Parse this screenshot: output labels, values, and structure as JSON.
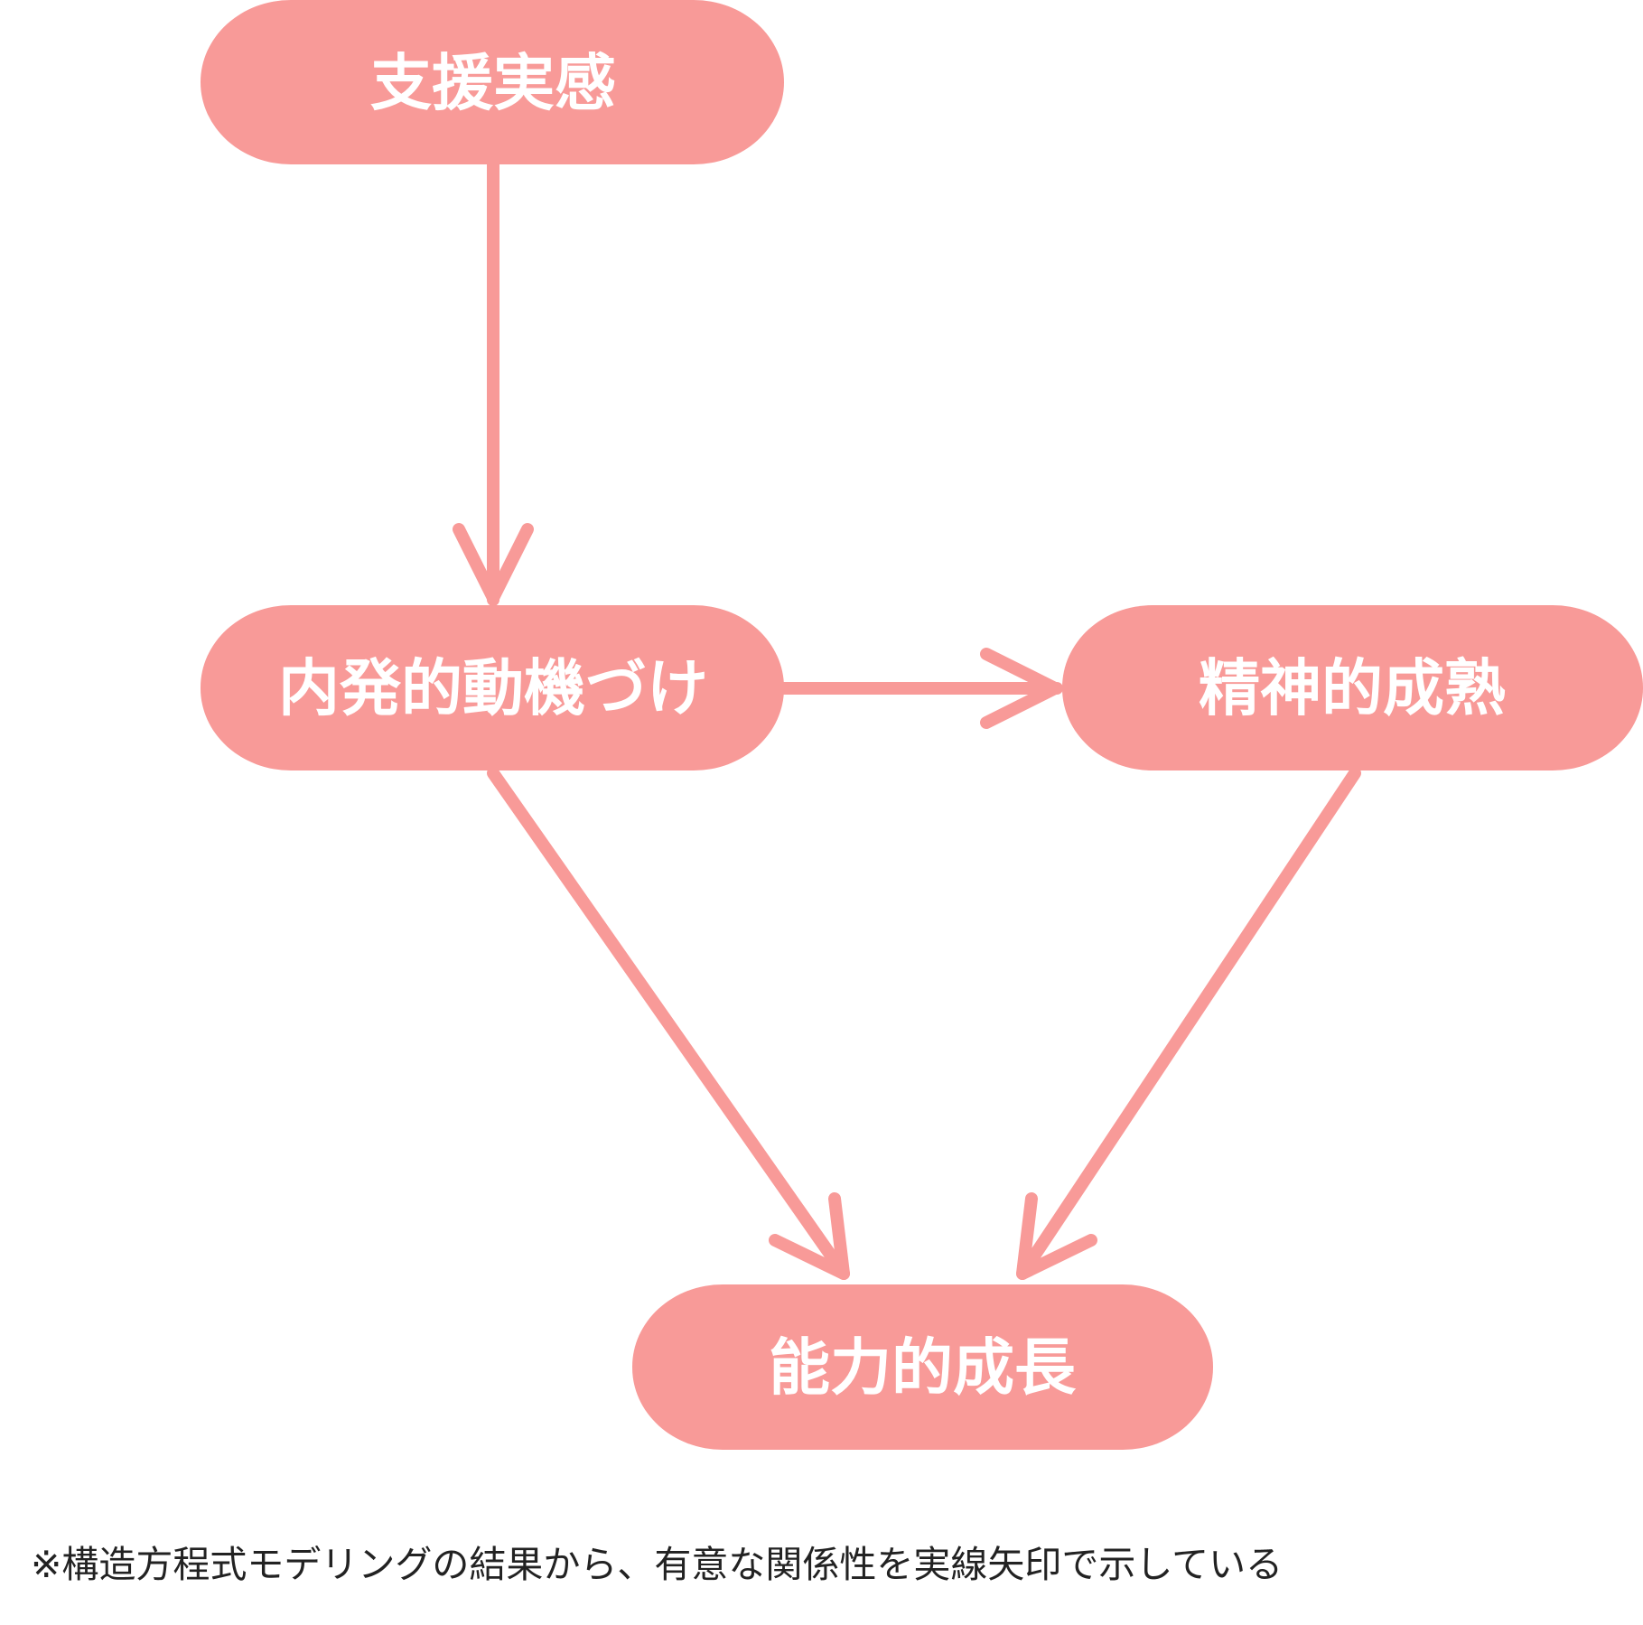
{
  "colors": {
    "node_fill": "#f89a98",
    "node_text": "#ffffff",
    "arrow": "#f89a98",
    "footnote_text": "#222222"
  },
  "nodes": {
    "support": {
      "label": "支援実感"
    },
    "motivation": {
      "label": "内発的動機づけ"
    },
    "maturity": {
      "label": "精神的成熟"
    },
    "growth": {
      "label": "能力的成長"
    }
  },
  "edges": [
    {
      "from": "support",
      "to": "motivation"
    },
    {
      "from": "motivation",
      "to": "maturity"
    },
    {
      "from": "motivation",
      "to": "growth"
    },
    {
      "from": "maturity",
      "to": "growth"
    }
  ],
  "footnote": "※構造方程式モデリングの結果から、有意な関係性を実線矢印で示している"
}
